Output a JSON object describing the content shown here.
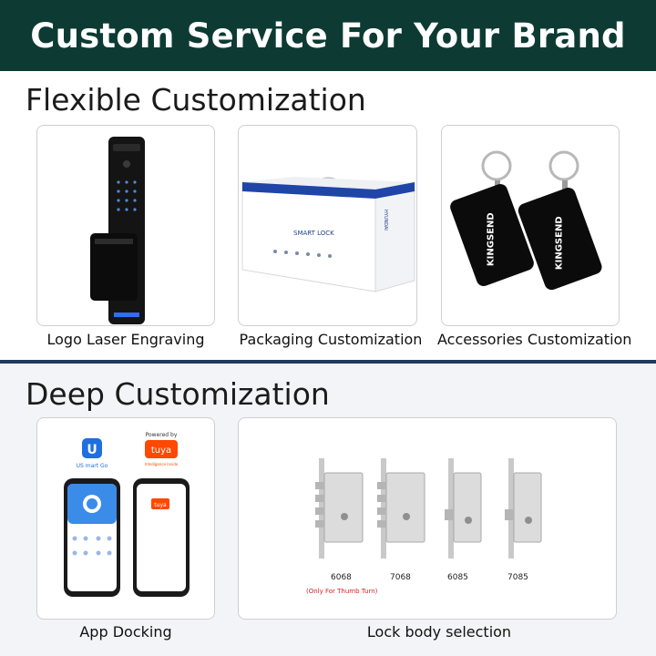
{
  "header": {
    "title": "Custom Service For Your Brand"
  },
  "flexible": {
    "title": "Flexible Customization",
    "items": [
      {
        "caption": "Logo Laser Engraving"
      },
      {
        "caption": "Packaging Customization",
        "box_title": "SMART LOCK",
        "box_side": "HYUNDAI"
      },
      {
        "caption": "Accessories Customization",
        "card_brand": "KINGSEND"
      }
    ]
  },
  "deep": {
    "title": "Deep Customization",
    "app": {
      "caption": "App Docking",
      "usmart_label": "US mart Go",
      "powered_by": "Powered by",
      "tuya_label": "tuya",
      "tuya_sub": "Intelligence Inside"
    },
    "locks": {
      "caption": "Lock body selection",
      "models": [
        "6068",
        "7068",
        "6085",
        "7085"
      ],
      "note": "(Only For Thumb Turn)"
    }
  },
  "colors": {
    "banner": "#0d3b33",
    "divider": "#1d3a5f",
    "tuya": "#ff4800",
    "usmart": "#1e6fe0",
    "note": "#d32222"
  }
}
